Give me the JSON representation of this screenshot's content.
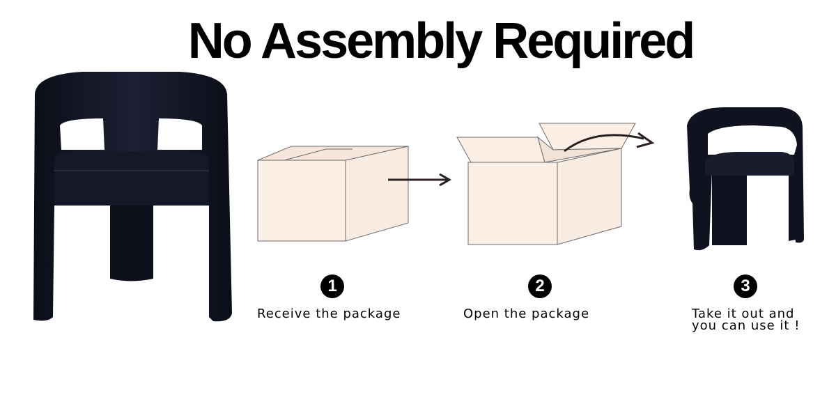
{
  "headline": "No Assembly Required",
  "steps": [
    {
      "number": "1",
      "label": "Receive the package"
    },
    {
      "number": "2",
      "label": "Open the package"
    },
    {
      "number": "3",
      "label_line1": "Take it out and",
      "label_line2": "you can use it !"
    }
  ],
  "colors": {
    "chair": "#10131f",
    "box_fill": "#fbeee5",
    "box_stroke": "#6b6b6b",
    "arrow": "#2b2020"
  }
}
